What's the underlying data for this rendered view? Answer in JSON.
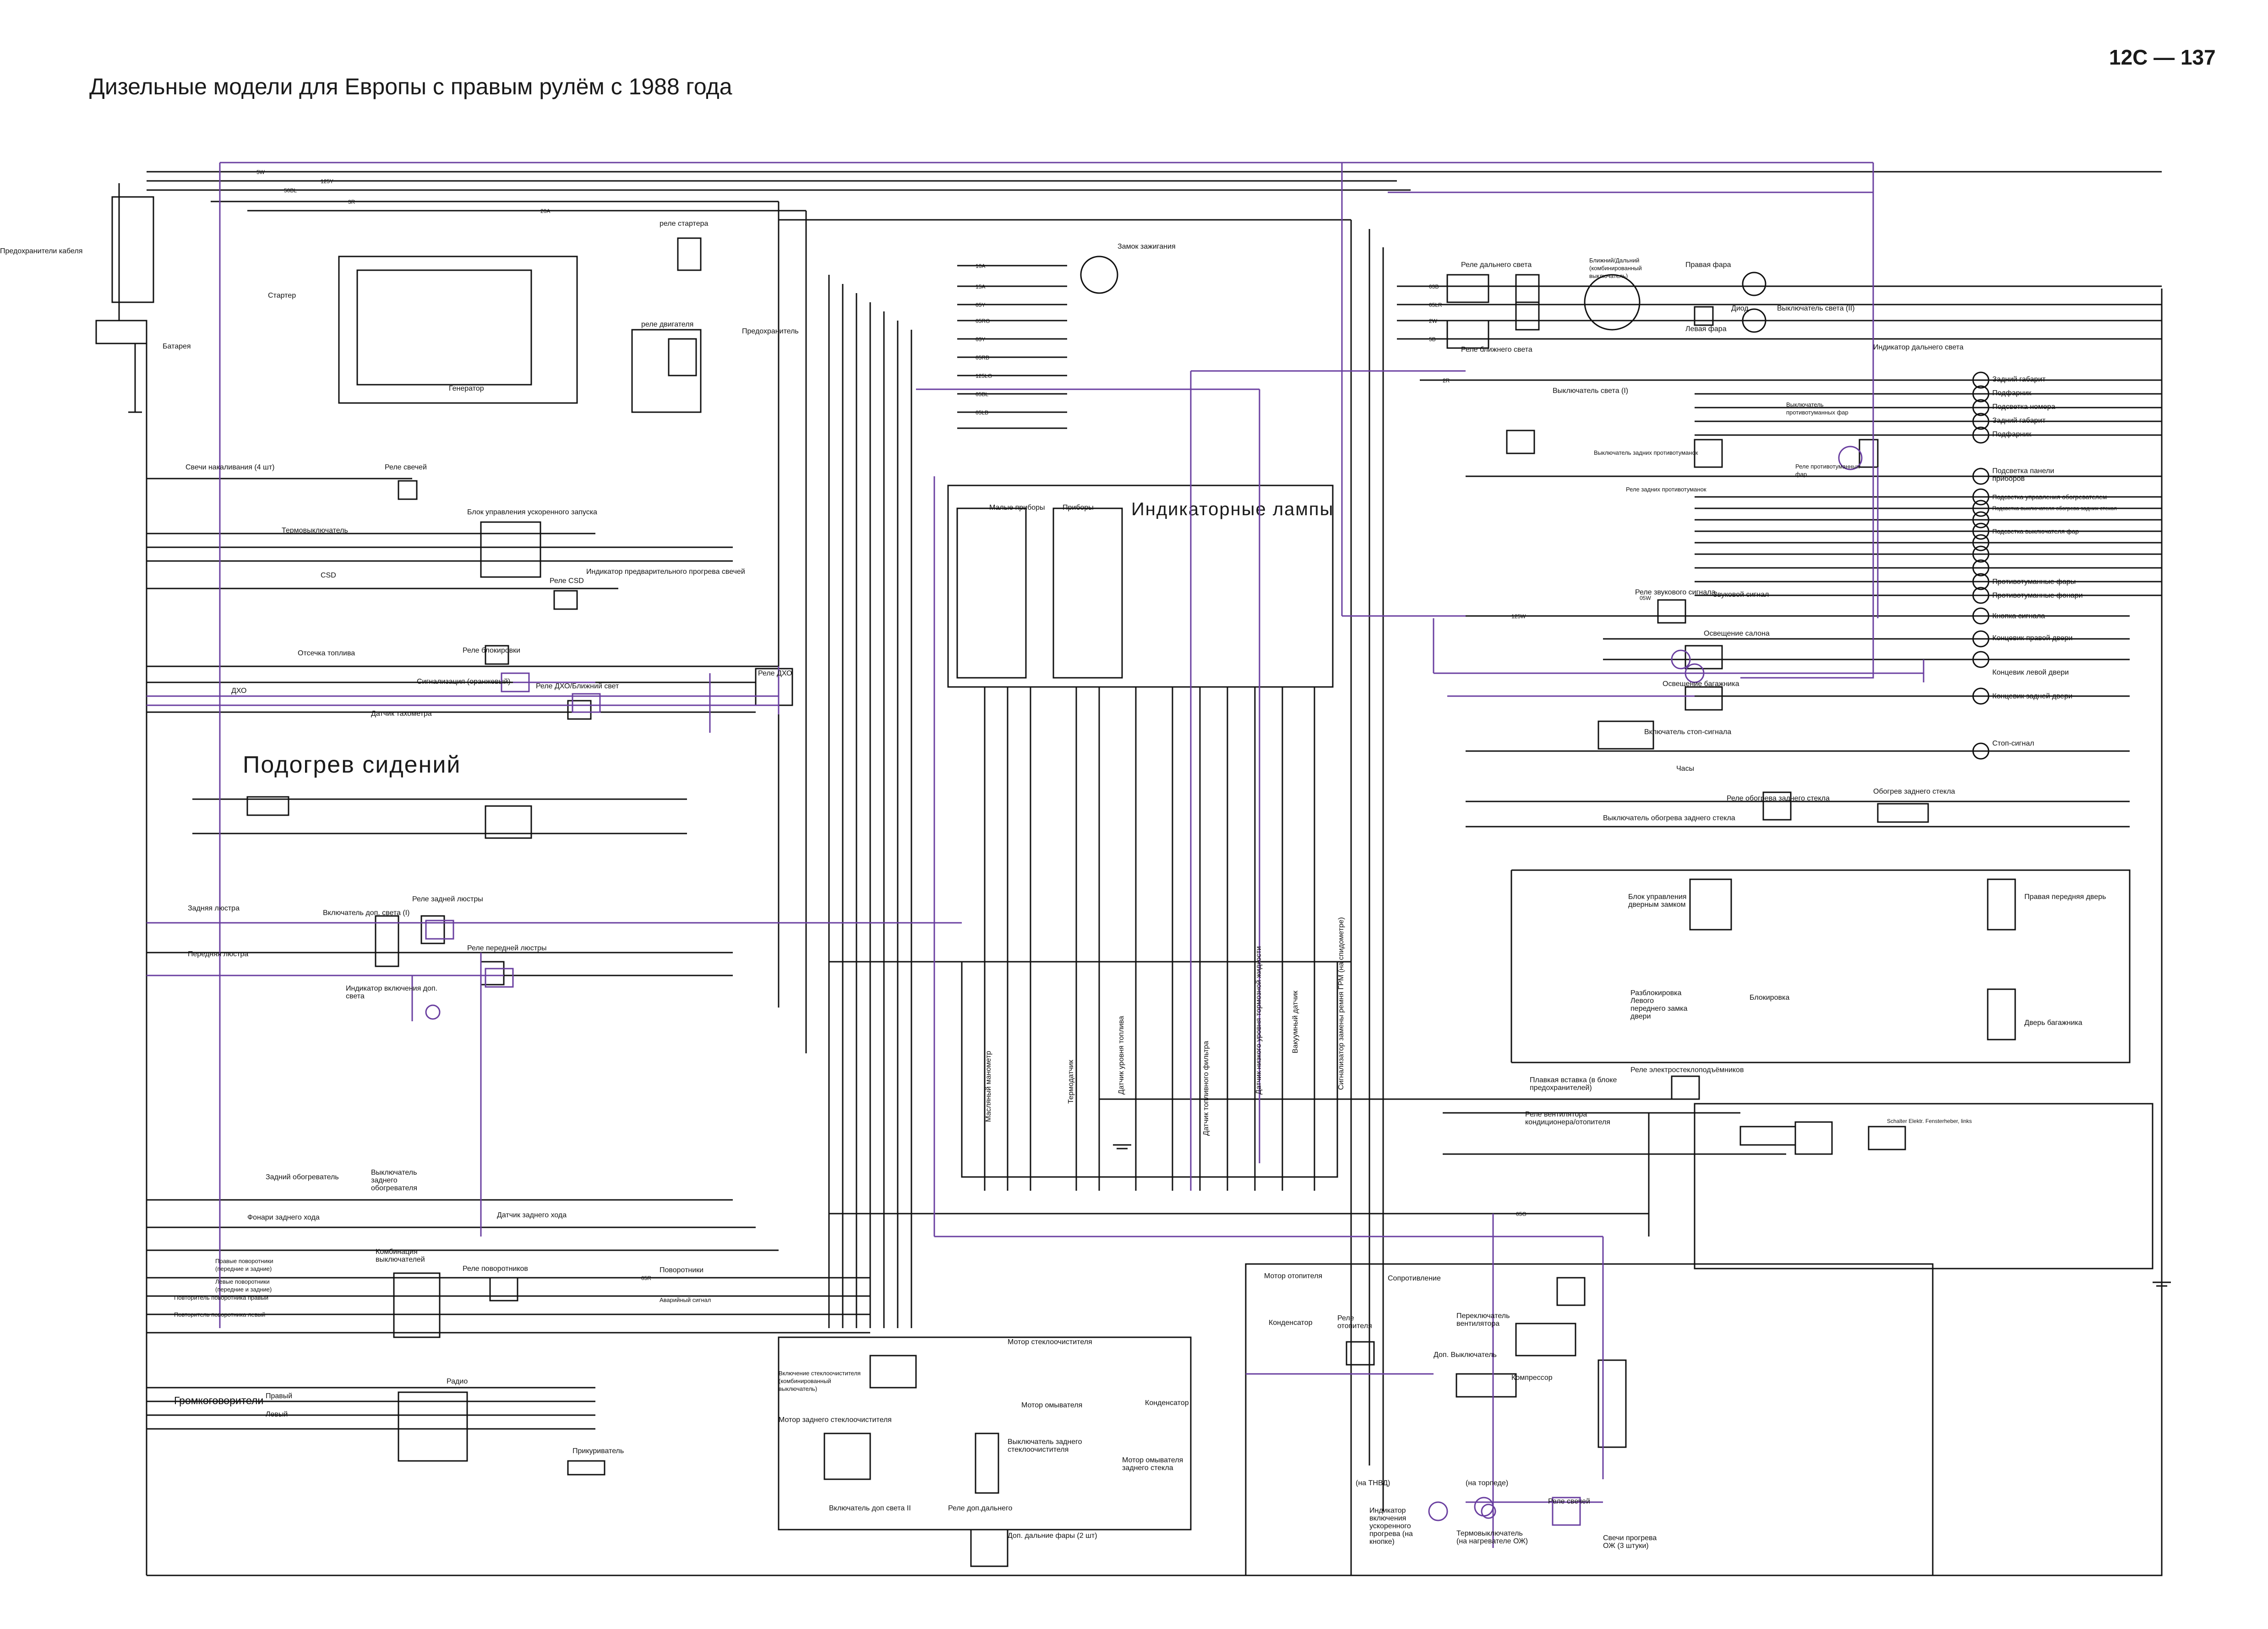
{
  "title": "Дизельные модели для Европы с правым рулём с 1988 года",
  "page_number": "12C — 137",
  "section_titles": {
    "indicator_lamps": "Индикаторные лампы",
    "seat_heating": "Подогрев сидений"
  },
  "colors": {
    "wire_black": "#111111",
    "wire_purple": "#6a3fa0",
    "background": "#ffffff"
  },
  "labels": {
    "cable_fuses": "Предохранители кабеля",
    "battery": "Батарея",
    "starter": "Стартер",
    "generator": "Генератор",
    "starter_relay": "реле стартера",
    "engine_relay": "реле двигателя",
    "fuse": "Предохранитель",
    "ignition_switch": "Замок зажигания",
    "glow_plugs": "Свечи накаливания (4 шт)",
    "glow_relay": "Реле свечей",
    "quick_start_unit": "Блок управления ускоренного запуска",
    "thermo_switch": "Термовыключатель",
    "preheat_indicator": "Индикатор предварительного прогрева свечей",
    "csd": "CSD",
    "csd_relay": "Реле CSD",
    "fuel_cut": "Отсечка топлива",
    "lock_relay": "Реле блокировки",
    "signal_orange": "Сигнализация (оранжевый)",
    "dho_relay_low": "Реле ДХО/Ближний свет",
    "dho_relay": "Реле ДХО",
    "dho": "ДХО",
    "tacho_sensor": "Датчик тахометра",
    "rear_chandelier": "Задняя люстра",
    "front_chandelier": "Передняя люстра",
    "aux_light_switch": "Включатель доп. света (I)",
    "rear_chandelier_relay": "Реле задней люстры",
    "front_chandelier_relay": "Реле передней люстры",
    "aux_light_indicator": "Индикатор включения доп. света",
    "small_gauges": "Малые приборы",
    "gauges": "Приборы",
    "high_beam_relay": "Реле дальнего света",
    "low_beam_relay": "Реле ближнего света",
    "beam_switch": "Ближний/Дальний (комбинированный выключатель)",
    "right_headlight": "Правая фара",
    "left_headlight": "Левая фара",
    "diode": "Диод",
    "light_switch_ii": "Выключатель света (II)",
    "high_beam_indicator": "Индикатор дальнего света",
    "light_switch_i": "Выключатель света (I)",
    "fog_switch": "Выключатель противотуманных фар",
    "fog_relay": "Реле противотуманных фар",
    "rear_fog_relay": "Реле задних противотуманок",
    "rear_fog_switch": "Выключатель задних противотуманок",
    "rear_marker": "Задний габарит",
    "headlight": "Подфарник",
    "plate_light": "Подсветка номера",
    "panel_light": "Подсветка панели приборов",
    "heater_ctrl_light": "Подсветка управления обогревателем",
    "hazard_switch_light": "Подсветка выключателя обогрева задних стекол",
    "headlight_switch_light": "Подсветка выключателя фар",
    "fog_lights": "Противотуманные фары",
    "rear_fog_lights": "Противотуманные фонари",
    "horn_relay": "Реле звукового сигнала",
    "horn": "Звуковой сигнал",
    "horn_button": "Кнопка сигнала",
    "cabin_light": "Освещение салона",
    "right_door_switch": "Концевик правой двери",
    "left_door_switch": "Концевик левой двери",
    "trunk_light": "Освещение багажника",
    "rear_door_switch": "Концевик задней двери",
    "stop_switch": "Включатель стоп-сигнала",
    "stop_signal": "Стоп-сигнал",
    "clock": "Часы",
    "rear_glass_relay": "Реле обогрева заднего стекла",
    "rear_glass_heater": "Обогрев заднего стекла",
    "rear_glass_switch": "Выключатель обогрева заднего стекла",
    "door_lock_unit": "Блок управления дверным замком",
    "front_right_door": "Правая передняя дверь",
    "lock_unlock": "Разблокировка Левого переднего замка двери",
    "lock": "Блокировка",
    "trunk_door": "Дверь багажника",
    "fuse_link": "Плавкая вставка (в блоке предохранителей)",
    "window_relay": "Реле электростеклоподъёмников",
    "ac_fan_relay": "Реле вентилятора кондиционера/отопителя",
    "window_switch": "Schalter Elektr. Fensterheber, links",
    "rear_heater": "Задний обогреватель",
    "rear_heater_switch": "Выключатель заднего обогревателя",
    "reverse_lamps": "Фонари заднего хода",
    "reverse_sensor": "Датчик заднего хода",
    "combo_switch": "Комбинация выключателей",
    "turn_relay": "Реле поворотников",
    "turn_signals": "Поворотники",
    "hazard": "Аварийный сигнал",
    "turn_fr": "Правые поворотники (передние и задние)",
    "turn_fl": "Левые поворотники (передние и задние)",
    "turn_rep_r": "Повторитель поворотника правый",
    "turn_rep_l": "Повторитель поворотника левый",
    "speakers": "Громкоговорители",
    "right": "Правый",
    "left": "Левый",
    "radio": "Радио",
    "cigarette": "Прикуриватель",
    "wiper_motor": "Мотор стеклоочистителя",
    "washer_motor": "Мотор омывателя",
    "wiper_switch": "Включение стеклоочистителя (комбинированный выключатель)",
    "capacitor": "Конденсатор",
    "rear_wiper_motor": "Мотор заднего стеклоочистителя",
    "rear_wiper_switch": "Выключатель заднего стеклоочистителя",
    "rear_washer_motor": "Мотор омывателя заднего стекла",
    "aux_light_switch_ii": "Включатель доп света II",
    "aux_light_relay": "Реле доп.дальнего",
    "aux_high_beams": "Доп. дальние фары (2 шт)",
    "heater_motor": "Мотор отопителя",
    "resistor": "Сопротивление",
    "heater_relay": "Реле отопителя",
    "fan_switch": "Переключатель вентилятора",
    "aux_switch": "Доп. Выключатель",
    "compressor": "Компрессор",
    "quick_heat_indicator": "Индикатор включения ускоренного прогрева (на кнопке)",
    "coolant_thermo": "Термовыключатель (на нагревателе ОЖ)",
    "glow_plugs_coolant": "Свечи прогрева ОЖ (3 штуки)",
    "tnvd": "(на ТНВД)",
    "torpedo": "(на торпеде)",
    "oil_pressure": "Масляный манометр",
    "fuel_filter_sensor": "Датчик топливного фильтра",
    "brake_fluid_sensor": "Датчик низкого уровня тормозной жидкости",
    "air_filter_sensor": "Вакуумный датчик",
    "timing_belt": "Сигнализатор замены ремня ГРМ (на спидометре)",
    "fuel_level_sensor": "Датчик уровня топлива",
    "thermo_sensor": "Термодатчик",
    "ground": "Масса"
  },
  "wire_codes": [
    "5W",
    "125Y",
    "50BL",
    "3R",
    "20A",
    "10A",
    "15A",
    "05Y",
    "05RG",
    "03Y",
    "05RB",
    "125LG",
    "05BL",
    "05LB",
    "03B",
    "05LR",
    "2W",
    "5B",
    "2R",
    "05W",
    "125W",
    "05G",
    "05R"
  ]
}
